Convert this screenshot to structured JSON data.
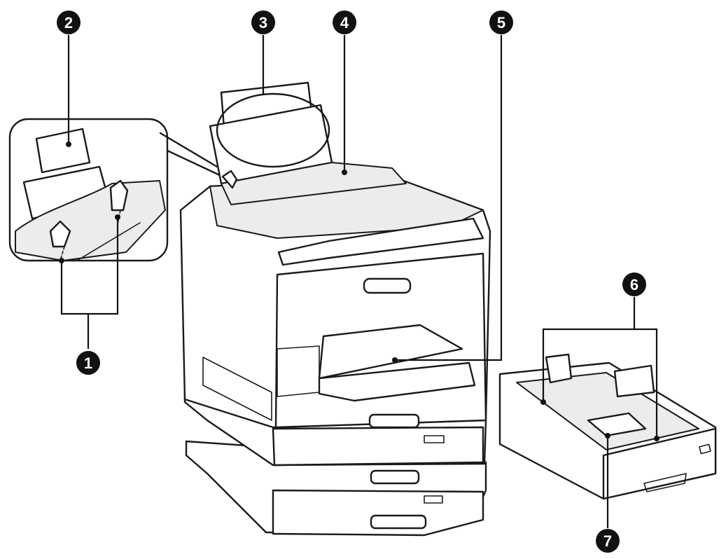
{
  "callouts": [
    {
      "id": "1",
      "label": "1"
    },
    {
      "id": "2",
      "label": "2"
    },
    {
      "id": "3",
      "label": "3"
    },
    {
      "id": "4",
      "label": "4"
    },
    {
      "id": "5",
      "label": "5"
    },
    {
      "id": "6",
      "label": "6"
    },
    {
      "id": "7",
      "label": "7"
    }
  ],
  "colors": {
    "line": "#1a1a1a",
    "badge": "#111111",
    "badge_text": "#ffffff",
    "panel_shade": "#ececec",
    "background": "#ffffff"
  }
}
